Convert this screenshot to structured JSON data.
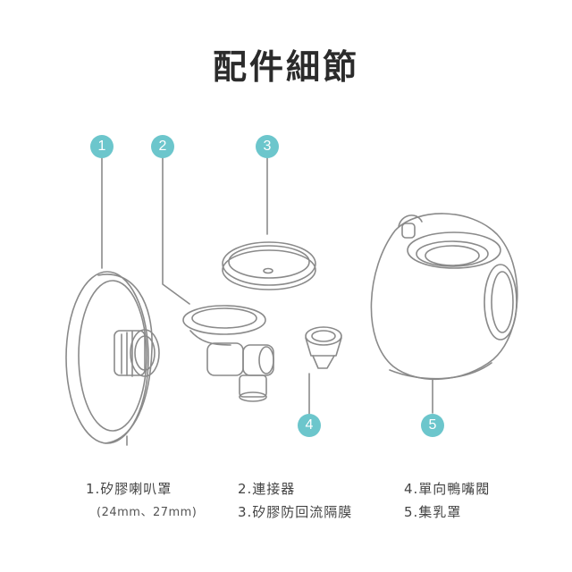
{
  "title": "配件細節",
  "parts": [
    {
      "number": "1",
      "label": "1.矽膠喇叭罩",
      "sub": "(24mm、27mm)"
    },
    {
      "number": "2",
      "label": "2.連接器"
    },
    {
      "number": "3",
      "label": "3.矽膠防回流隔膜"
    },
    {
      "number": "4",
      "label": "4.單向鴨嘴閥"
    },
    {
      "number": "5",
      "label": "5.集乳罩"
    }
  ],
  "colors": {
    "badge": "#6cc6cc",
    "line": "#8a8a8a"
  }
}
